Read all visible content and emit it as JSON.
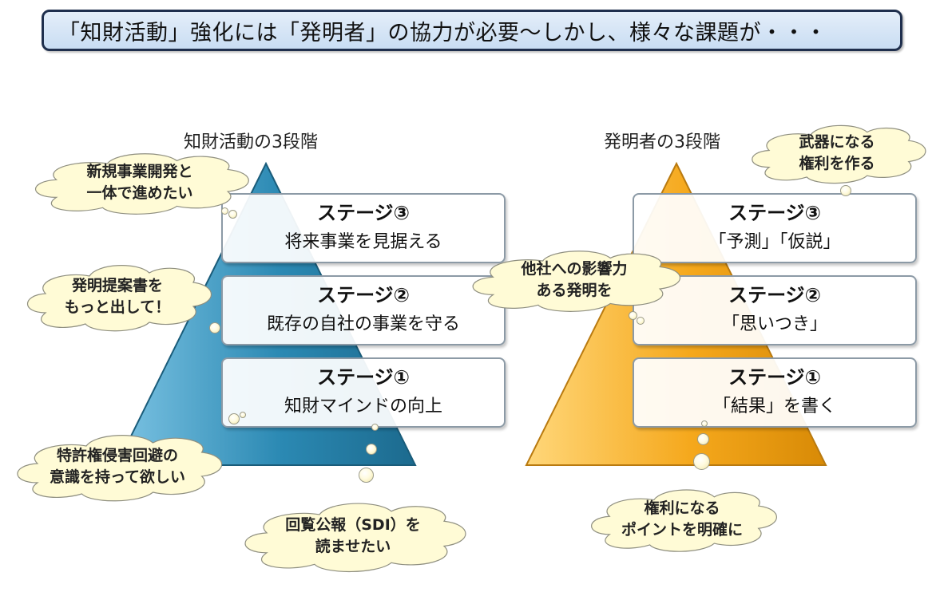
{
  "title": "「知財活動」強化には「発明者」の協力が必要〜しかし、様々な課題が・・・",
  "left_pyramid": {
    "heading": "知財活動の3段階",
    "color": "#2b89b3",
    "stages": [
      {
        "name": "ステージ③",
        "desc": "将来事業を見据える"
      },
      {
        "name": "ステージ②",
        "desc": "既存の自社の事業を守る"
      },
      {
        "name": "ステージ①",
        "desc": "知財マインドの向上"
      }
    ]
  },
  "right_pyramid": {
    "heading": "発明者の3段階",
    "color": "#f5a81c",
    "stages": [
      {
        "name": "ステージ③",
        "desc": "「予測」「仮説」"
      },
      {
        "name": "ステージ②",
        "desc": "「思いつき」"
      },
      {
        "name": "ステージ①",
        "desc": "「結果」を書く"
      }
    ]
  },
  "clouds": {
    "new_business": [
      "新規事業開発と",
      "一体で進めたい"
    ],
    "proposal": [
      "発明提案書を",
      "もっと出して！"
    ],
    "infringement": [
      "特許権侵害回避の",
      "意識を持って欲しい"
    ],
    "sdi": [
      "回覧公報（SDI）を",
      "読ませたい"
    ],
    "impact": [
      "他社への影響力",
      "ある発明を"
    ],
    "weapon": [
      "武器になる",
      "権利を作る"
    ],
    "right_point": [
      "権利になる",
      "ポイントを明確に"
    ]
  },
  "cloud_fill": "#fffbd6",
  "cloud_stroke": "#8f8f80"
}
